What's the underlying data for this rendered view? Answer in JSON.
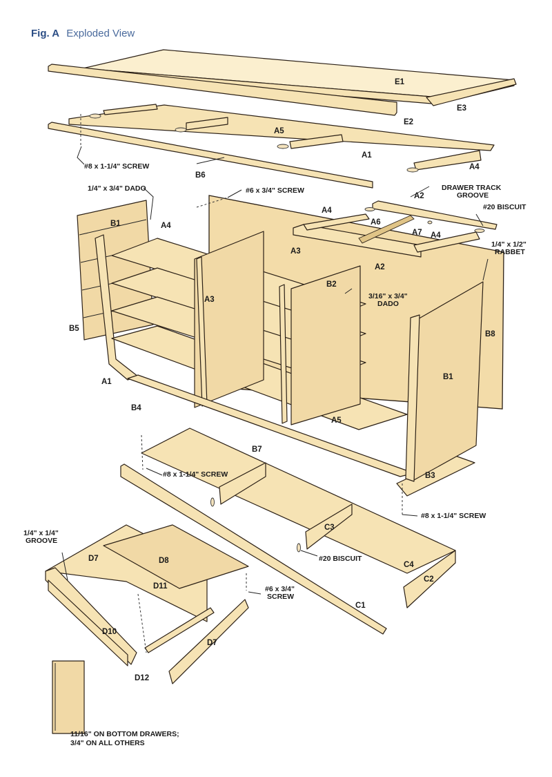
{
  "figure": {
    "number": "Fig. A",
    "title": "Exploded View"
  },
  "colors": {
    "title_blue": "#2d4f86",
    "wood": "#f6e3b4",
    "outline": "#2b2016"
  },
  "part_labels": {
    "E1": "E1",
    "E2": "E2",
    "E3": "E3",
    "A1_top": "A1",
    "A2_top": "A2",
    "A2_bottom": "A2",
    "A3_right": "A3",
    "A3_left": "A3",
    "A4_top": "A4",
    "A4_frame_left": "A4",
    "A4_frame_right": "A4",
    "A4_case": "A4",
    "A5_top": "A5",
    "A5_case": "A5",
    "A6": "A6",
    "A7": "A7",
    "A1_case": "A1",
    "B1_left": "B1",
    "B1_right": "B1",
    "B2": "B2",
    "B3": "B3",
    "B4": "B4",
    "B5": "B5",
    "B6": "B6",
    "B7": "B7",
    "B8": "B8",
    "C1": "C1",
    "C2": "C2",
    "C3": "C3",
    "C4": "C4",
    "D7_back": "D7",
    "D7_front": "D7",
    "D8": "D8",
    "D10": "D10",
    "D11": "D11",
    "D12": "D12"
  },
  "annotations": {
    "screw_8_top": "#8 x 1-1/4\" SCREW",
    "dado_quarter": "1/4\" x 3/4\" DADO",
    "screw_6_top": "#6 x 3/4\" SCREW",
    "drawer_track_groove_1": "DRAWER TRACK",
    "drawer_track_groove_2": "GROOVE",
    "biscuit_top": "#20 BISCUIT",
    "rabbet_1": "1/4\" x 1/2\"",
    "rabbet_2": "RABBET",
    "dado_3_16_1": "3/16\" x 3/4\"",
    "dado_3_16_2": "DADO",
    "screw_8_base_left": "#8 x 1-1/4\" SCREW",
    "screw_8_base_right": "#8 x 1-1/4\" SCREW",
    "biscuit_base": "#20 BISCUIT",
    "groove_1": "1/4\" x 1/4\"",
    "groove_2": "GROOVE",
    "screw_6_drawer_1": "#6 x 3/4\"",
    "screw_6_drawer_2": "SCREW",
    "detail_1": "11/16\" ON BOTTOM DRAWERS;",
    "detail_2": "3/4\" ON ALL OTHERS"
  }
}
